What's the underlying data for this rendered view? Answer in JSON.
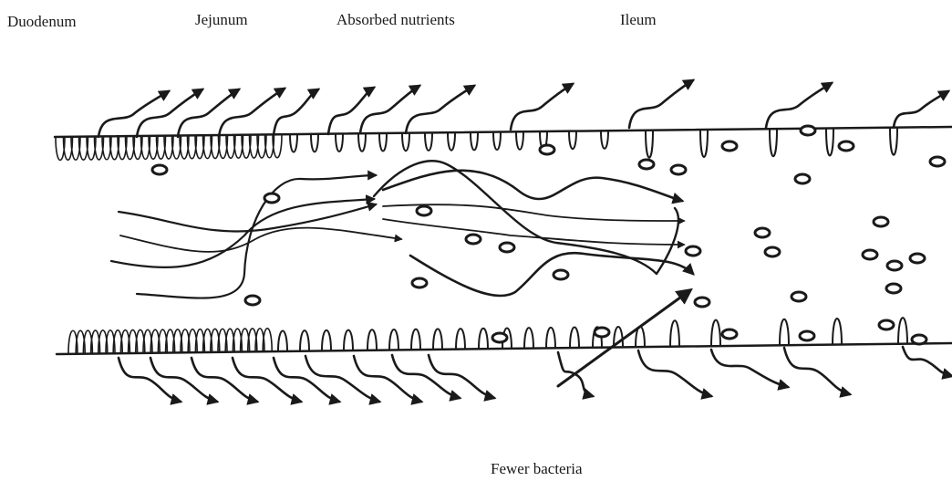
{
  "labels": {
    "duodenum": "Duodenum",
    "jejunum": "Jejunum",
    "absorbed_nutrients": "Absorbed  nutrients",
    "ileum": "Ileum",
    "fewer_bacteria": "Fewer bacteria"
  },
  "colors": {
    "ink": "#1a1a1a",
    "background": "#ffffff"
  }
}
